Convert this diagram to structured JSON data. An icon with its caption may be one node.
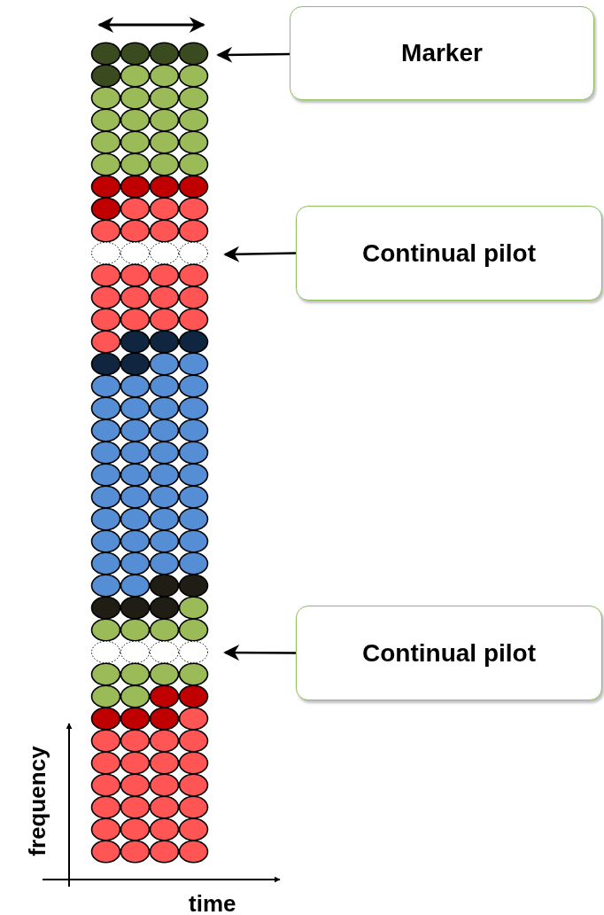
{
  "diagram": {
    "nodes": [
      {
        "text": [
          "Marker"
        ]
      },
      {
        "text": [
          "Continual pilot"
        ]
      },
      {
        "text": [
          "Continual pilot"
        ]
      }
    ],
    "edges": [
      {
        "from": 0,
        "to": null,
        "arrow": "to"
      },
      {
        "from": 1,
        "to": null,
        "arrow": "to"
      },
      {
        "from": 2,
        "to": null,
        "arrow": "to"
      }
    ],
    "labels": [
      "frequency",
      "time"
    ]
  }
}
